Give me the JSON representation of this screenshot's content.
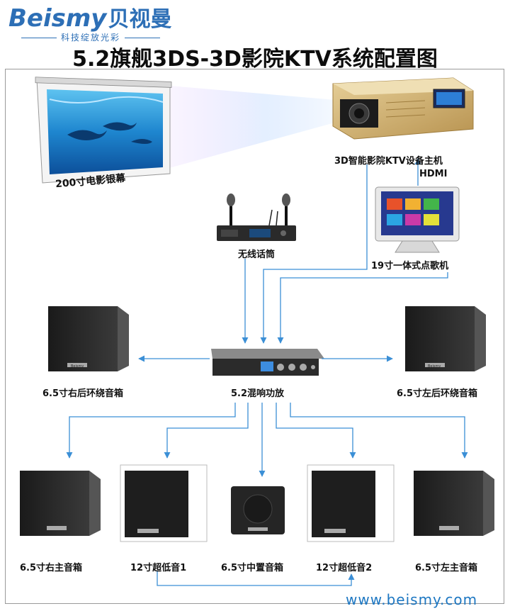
{
  "brand": {
    "logo_latin": "Beismy",
    "logo_cn": "贝视曼",
    "tagline": "科技绽放光彩"
  },
  "title": "5.2旗舰3DS-3D影院KTV系统配置图",
  "devices": {
    "screen": "200寸电影银幕",
    "projector_host": "3D智能影院KTV设备主机",
    "hdmi": "HDMI",
    "wireless_mic": "无线话筒",
    "jukebox": "19寸一体式点歌机",
    "amplifier": "5.2混响功放",
    "right_rear_surround": "6.5寸右后环绕音箱",
    "left_rear_surround": "6.5寸左后环绕音箱",
    "right_main": "6.5寸右主音箱",
    "subwoofer_1": "12寸超低音1",
    "center": "6.5寸中置音箱",
    "subwoofer_2": "12寸超低音2",
    "left_main": "6.5寸左主音箱"
  },
  "speaker_badge": "Beismy",
  "website": "www.beismy.com",
  "colors": {
    "accent": "#2d6fb6",
    "line": "#3b8fd6",
    "gold": "#c9a860"
  }
}
